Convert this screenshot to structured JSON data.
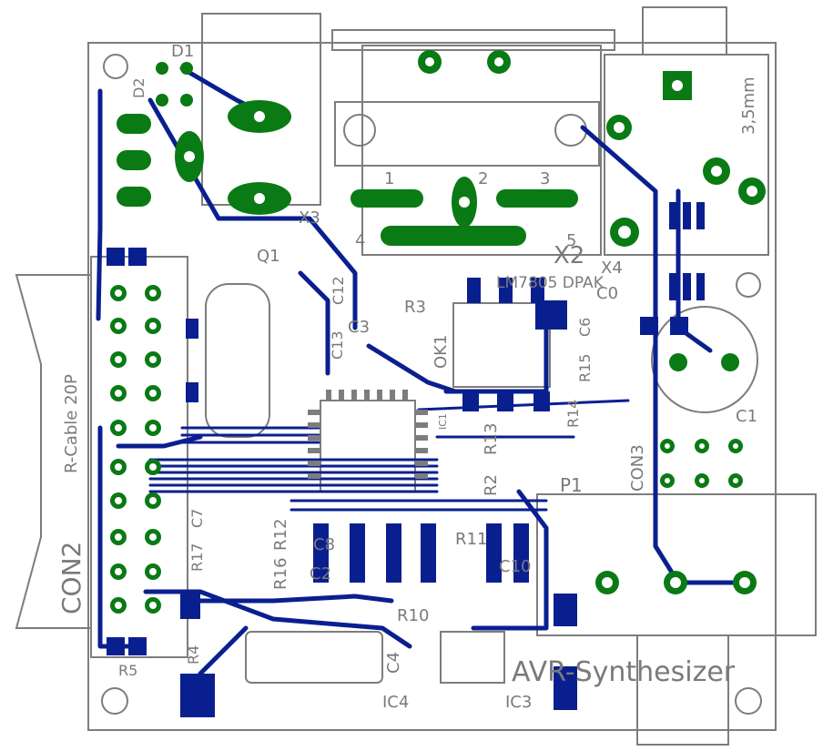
{
  "title": "AVR-Synthesizer",
  "colors": {
    "trace": "#0a1f8f",
    "pad": "#0a7a14",
    "outline": "#7d7d7d",
    "background": "#ffffff"
  },
  "labels": {
    "d1": "D1",
    "d2": "D2",
    "x3": "X3",
    "q1": "Q1",
    "x2": "X2",
    "x4": "X4",
    "mm": "3,5mm",
    "r_cable": "R-Cable 20P",
    "con2": "CON2",
    "r3": "R3",
    "c3": "C3",
    "c13": "C13",
    "ok1": "OK1",
    "ic1": "IC1",
    "r13": "R13",
    "r2": "R2",
    "r14": "R14",
    "r15": "R15",
    "c6": "C6",
    "c0": "C0",
    "c1": "C1",
    "con3": "CON3",
    "p1": "P1",
    "r16": "R16",
    "r12": "R12",
    "r17": "R17",
    "c8": "C8",
    "c2": "C2",
    "r11": "R11",
    "c10": "C10",
    "r10": "R10",
    "c4": "C4",
    "ic4": "IC4",
    "ic3": "IC3",
    "r5": "R5",
    "r4": "R4",
    "c7": "C7",
    "c12": "C12",
    "n1": "1",
    "n2": "2",
    "n3": "3",
    "n4": "4",
    "n5": "5",
    "mirrored": "LM7805 DPAK"
  }
}
